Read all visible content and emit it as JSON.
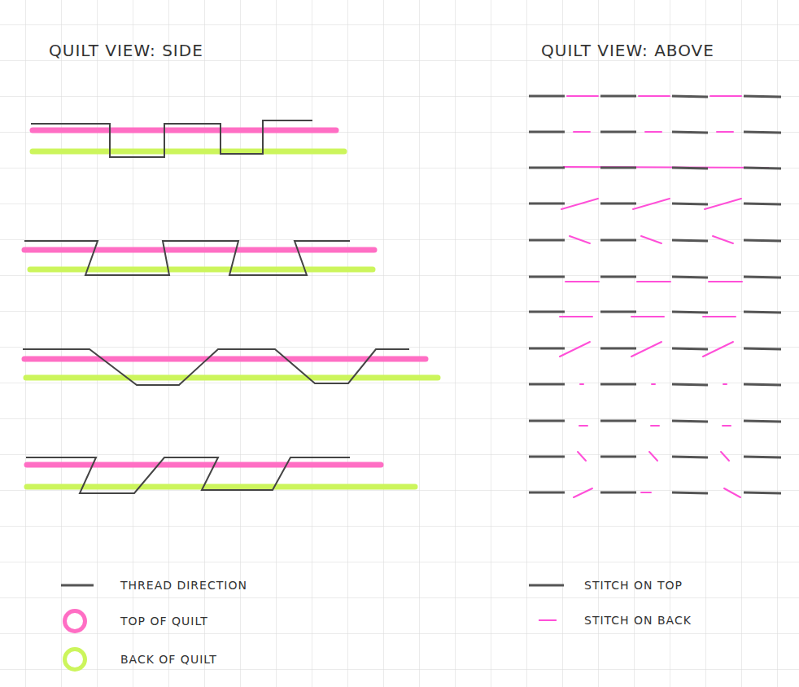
{
  "diagram": {
    "labels": [
      "QUILT VIEW: SIDE",
      "QUILT VIEW: ABOVE"
    ],
    "legend": [
      {
        "text": "THREAD DIRECTION"
      },
      {
        "text": "TOP OF QUILT",
        "color": "#ff6ec4"
      },
      {
        "text": "BACK OF QUILT",
        "color": "#ccf55c"
      },
      {
        "text": "STITCH ON TOP"
      },
      {
        "text": "STITCH ON BACK"
      }
    ]
  }
}
